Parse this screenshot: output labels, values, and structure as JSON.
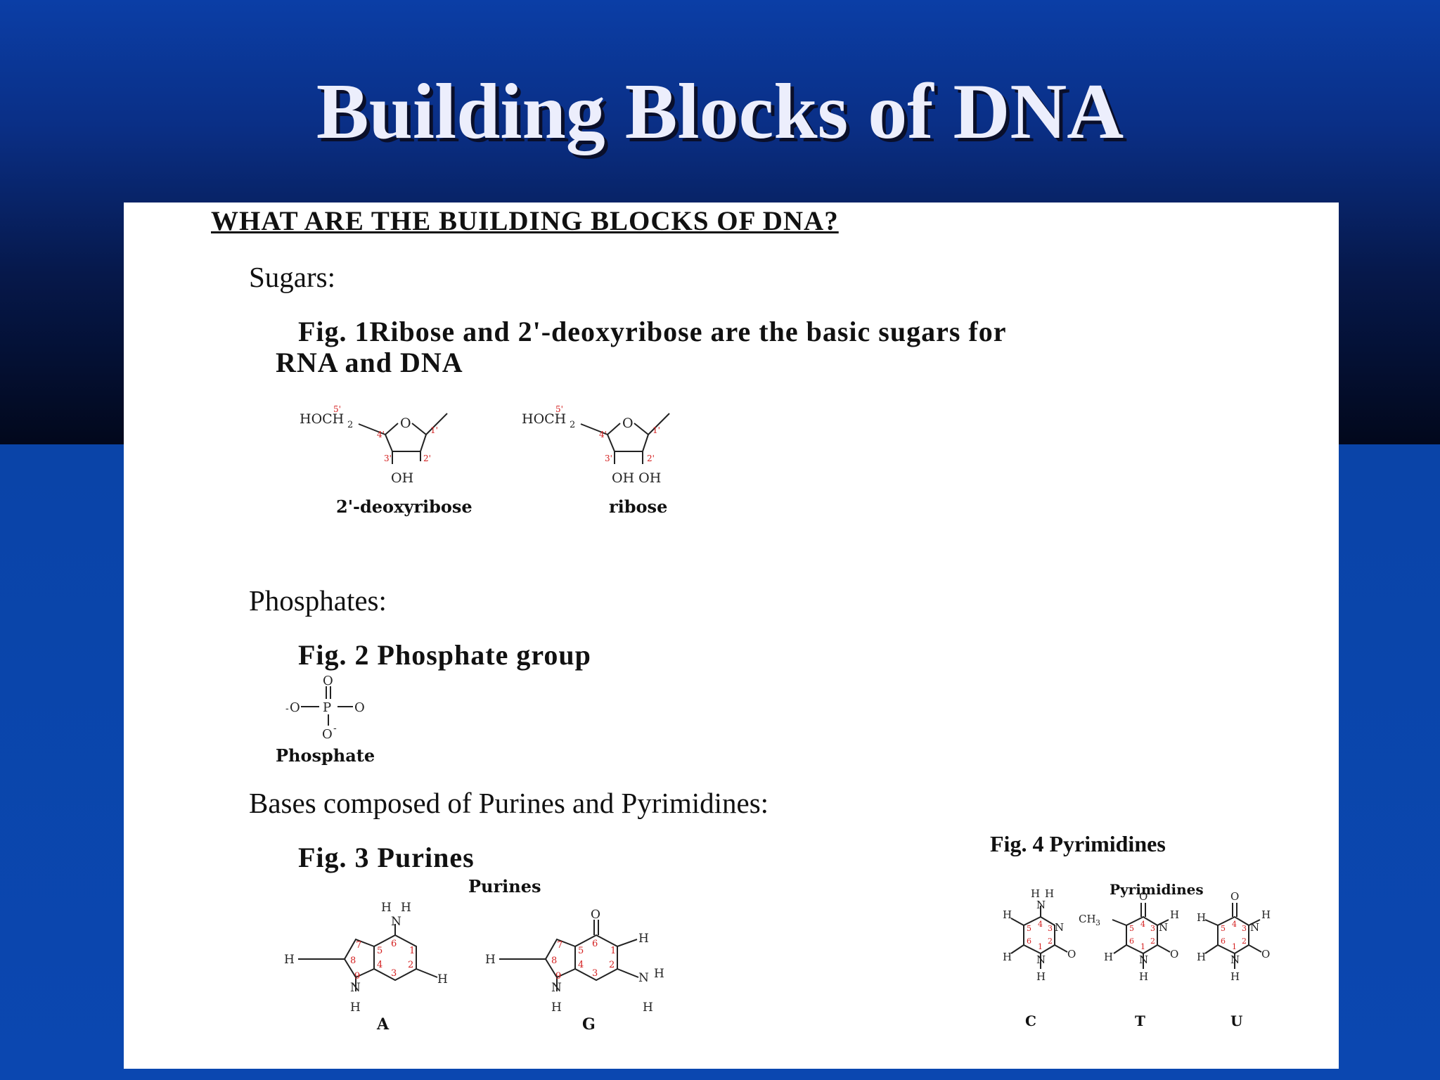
{
  "slide": {
    "title": "Building Blocks of DNA"
  },
  "panel": {
    "heading": "WHAT ARE THE BUILDING BLOCKS OF DNA?",
    "sugars": {
      "label": "Sugars:",
      "fig_caption_line1": "Fig. 1Ribose and 2'-deoxyribose are the basic sugars for",
      "fig_caption_line2": "RNA and DNA",
      "molecules": [
        {
          "name": "2'-deoxyribose",
          "group": "HOCH",
          "sub": "2",
          "hydroxyls": "OH"
        },
        {
          "name": "ribose",
          "group": "HOCH",
          "sub": "2",
          "hydroxyls": "OH OH"
        }
      ],
      "positions": [
        "5'",
        "4'",
        "3'",
        "2'",
        "1'"
      ],
      "ring_atom": "O"
    },
    "phosphates": {
      "label": "Phosphates:",
      "fig_caption": "Fig. 2 Phosphate group",
      "molecule_name": "Phosphate",
      "atoms": {
        "center": "P",
        "oxygen": "O",
        "minus": "-"
      }
    },
    "bases": {
      "label": "Bases composed of Purines and Pyrimidines:",
      "purines": {
        "fig_caption": "Fig. 3 Purines",
        "sub_title": "Purines",
        "molecules": [
          "A",
          "G"
        ]
      },
      "pyrimidines": {
        "fig_caption": "Fig. 4 Pyrimidines",
        "sub_title": "Pyrimidines",
        "molecules": [
          "C",
          "T",
          "U"
        ],
        "methyl": "CH",
        "methyl_sub": "3"
      }
    }
  },
  "colors": {
    "accent_number": "#d42020",
    "bond": "#222222",
    "title_text": "#eceefc"
  }
}
